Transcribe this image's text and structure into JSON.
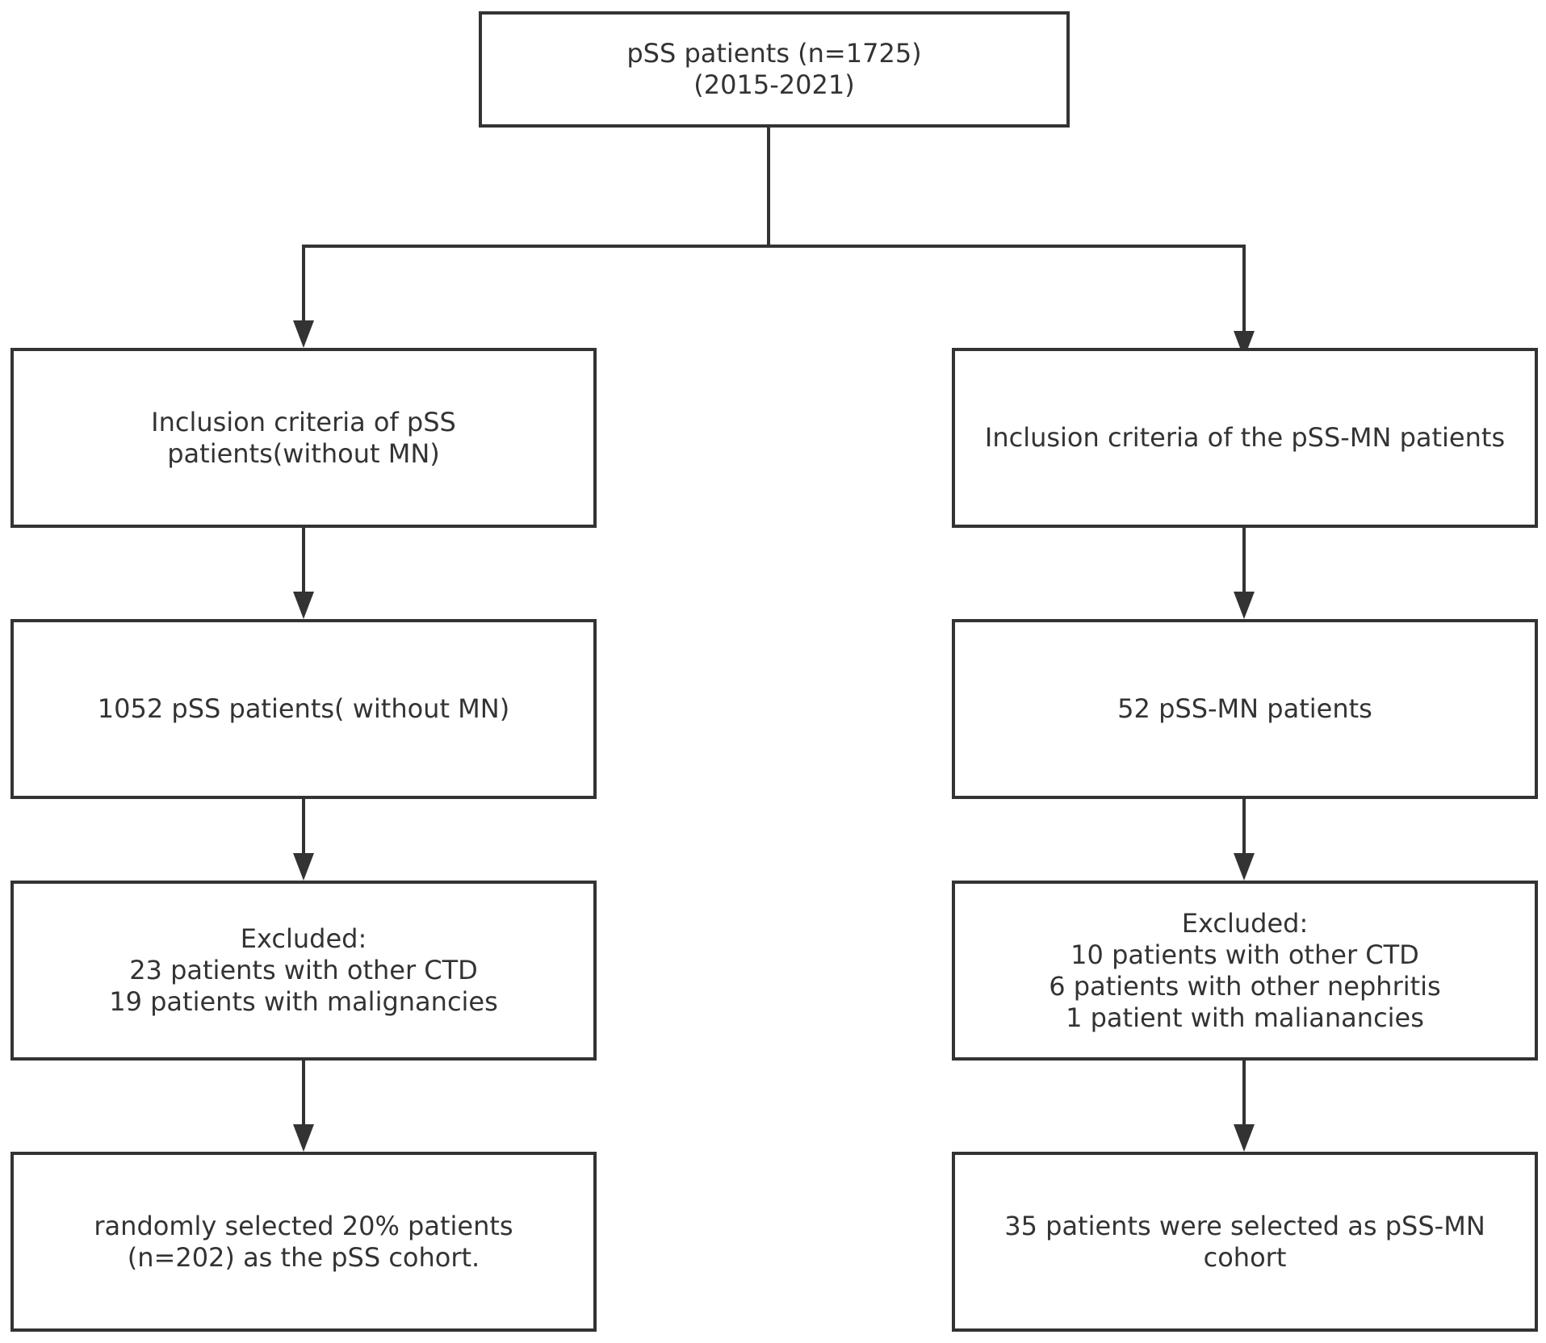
{
  "top": {
    "line1": "pSS patients (n=1725)",
    "line2": "(2015-2021)"
  },
  "left": {
    "inclusion": {
      "line1": "Inclusion criteria of pSS",
      "line2": "patients(without MN)"
    },
    "count": "1052 pSS patients( without MN)",
    "excluded": {
      "heading": "Excluded:",
      "items": [
        "23 patients with other CTD",
        "19 patients with malignancies"
      ]
    },
    "selected": {
      "line1": "randomly selected 20% patients",
      "line2": "(n=202) as the pSS cohort."
    }
  },
  "right": {
    "inclusion": "Inclusion criteria of the pSS-MN patients",
    "count": "52 pSS-MN patients",
    "excluded": {
      "heading": "Excluded:",
      "items": [
        "10 patients with other CTD",
        "6 patients with other nephritis",
        "1 patient with malianancies"
      ]
    },
    "selected": {
      "line1": "35 patients were selected as pSS-MN",
      "line2": "cohort"
    }
  },
  "colors": {
    "stroke": "#333333",
    "text": "#333333",
    "background": "#ffffff"
  }
}
